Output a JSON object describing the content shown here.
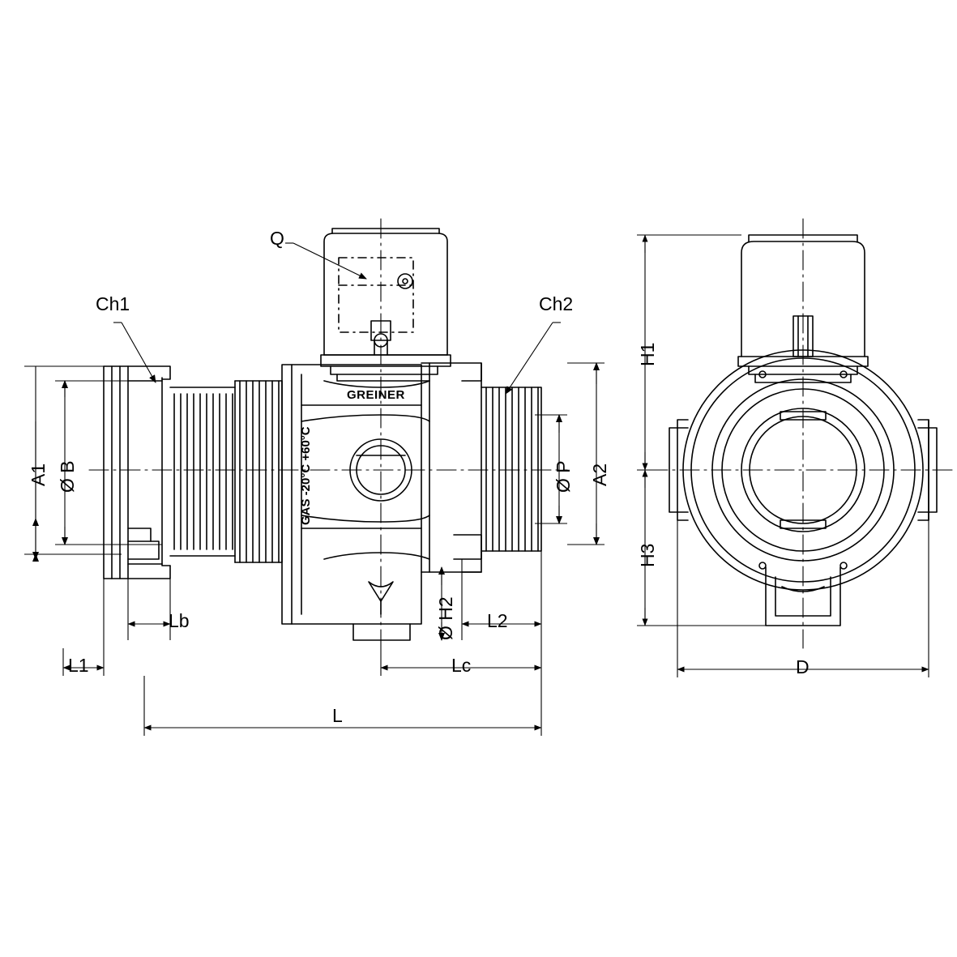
{
  "drawing": {
    "title": "Ball valve with electric actuator - dimensional drawing",
    "views": [
      {
        "name": "side-elevation-view",
        "position": "left"
      },
      {
        "name": "end-elevation-view",
        "position": "right"
      }
    ],
    "body_marking_top": "GREINER",
    "body_marking_vertical": "GAS -20°C +60°C"
  },
  "dimensions": {
    "left_view": [
      {
        "id": "Q",
        "label": "Q",
        "type": "leader",
        "orientation": "horizontal"
      },
      {
        "id": "Ch1",
        "label": "Ch1",
        "type": "leader",
        "orientation": "horizontal"
      },
      {
        "id": "Ch2",
        "label": "Ch2",
        "type": "leader",
        "orientation": "horizontal"
      },
      {
        "id": "A1",
        "label": "A1",
        "type": "vertical",
        "orientation": "vertical"
      },
      {
        "id": "B",
        "label": "Ø B",
        "type": "vertical",
        "orientation": "vertical"
      },
      {
        "id": "P",
        "label": "Ø P",
        "type": "vertical",
        "orientation": "vertical"
      },
      {
        "id": "A2",
        "label": "A2",
        "type": "vertical",
        "orientation": "vertical"
      },
      {
        "id": "H2",
        "label": "Ø H2",
        "type": "vertical",
        "orientation": "vertical"
      },
      {
        "id": "Lb",
        "label": "Lb",
        "type": "horizontal",
        "orientation": "horizontal"
      },
      {
        "id": "L1",
        "label": "L1",
        "type": "horizontal",
        "orientation": "horizontal"
      },
      {
        "id": "L2",
        "label": "L2",
        "type": "horizontal",
        "orientation": "horizontal"
      },
      {
        "id": "Lc",
        "label": "Lc",
        "type": "horizontal",
        "orientation": "horizontal"
      },
      {
        "id": "L",
        "label": "L",
        "type": "horizontal",
        "orientation": "horizontal"
      }
    ],
    "right_view": [
      {
        "id": "H1",
        "label": "H1",
        "type": "vertical",
        "orientation": "vertical"
      },
      {
        "id": "H3",
        "label": "H3",
        "type": "vertical",
        "orientation": "vertical"
      },
      {
        "id": "D",
        "label": "D",
        "type": "horizontal",
        "orientation": "horizontal"
      }
    ]
  },
  "colors": {
    "line": "#000000",
    "background": "#ffffff"
  }
}
